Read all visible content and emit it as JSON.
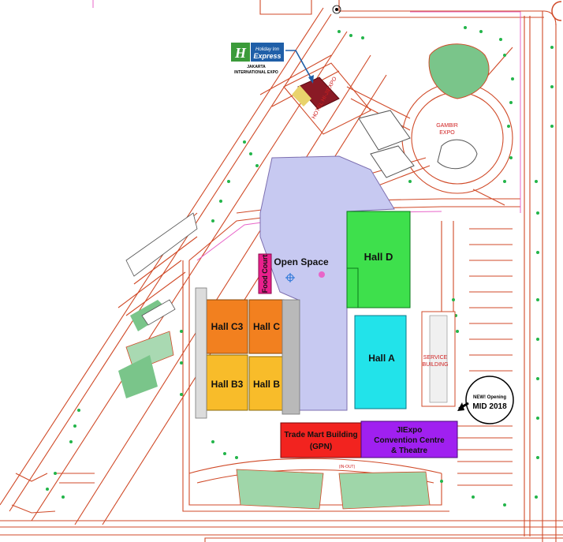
{
  "hotel_logo": {
    "brand_line1": "Holiday Inn",
    "brand_line2": "Express",
    "caption_line1": "JAKARTA",
    "caption_line2": "INTERNATIONAL EXPO"
  },
  "labels": {
    "hotel_road": "HOTEL HI-JIEXPO",
    "gambir_line1": "GAMBIR",
    "gambir_line2": "EXPO",
    "service_line1": "SERVICE",
    "service_line2": "BUILDING",
    "in_out": "(IN-OUT)"
  },
  "venues": {
    "open_space": "Open Space",
    "food_court": "Food Court",
    "hall_d": "Hall D",
    "hall_a": "Hall A",
    "hall_c3": "Hall C3",
    "hall_c": "Hall C",
    "hall_b3": "Hall B3",
    "hall_b": "Hall B",
    "trade_mart_line1": "Trade Mart Building",
    "trade_mart_line2": "(GPN)",
    "jiexpo_line1": "JIExpo",
    "jiexpo_line2": "Convention Centre",
    "jiexpo_line3": "& Theatre"
  },
  "new_opening": {
    "line1": "NEW! Opening",
    "line2": "MID 2018"
  },
  "colors": {
    "road": "#d04a28",
    "open_space": "#c7c9f1",
    "hall_d": "#3ee04c",
    "hall_a": "#22e3ea",
    "hall_c": "#f2801f",
    "hall_b": "#f8bc2a",
    "trade_mart": "#f2231f",
    "jiexpo": "#a020f0",
    "food_court": "#e8208c",
    "green_area": "#7ac58a",
    "tree": "#23b54a",
    "holiday_inn_green": "#3b9b3a",
    "holiday_inn_blue": "#1f5fa8"
  },
  "icons": {
    "hotel_pointer": "arrow-icon",
    "new_pointer": "arrow-icon",
    "center_marker": "crosshair-icon"
  }
}
